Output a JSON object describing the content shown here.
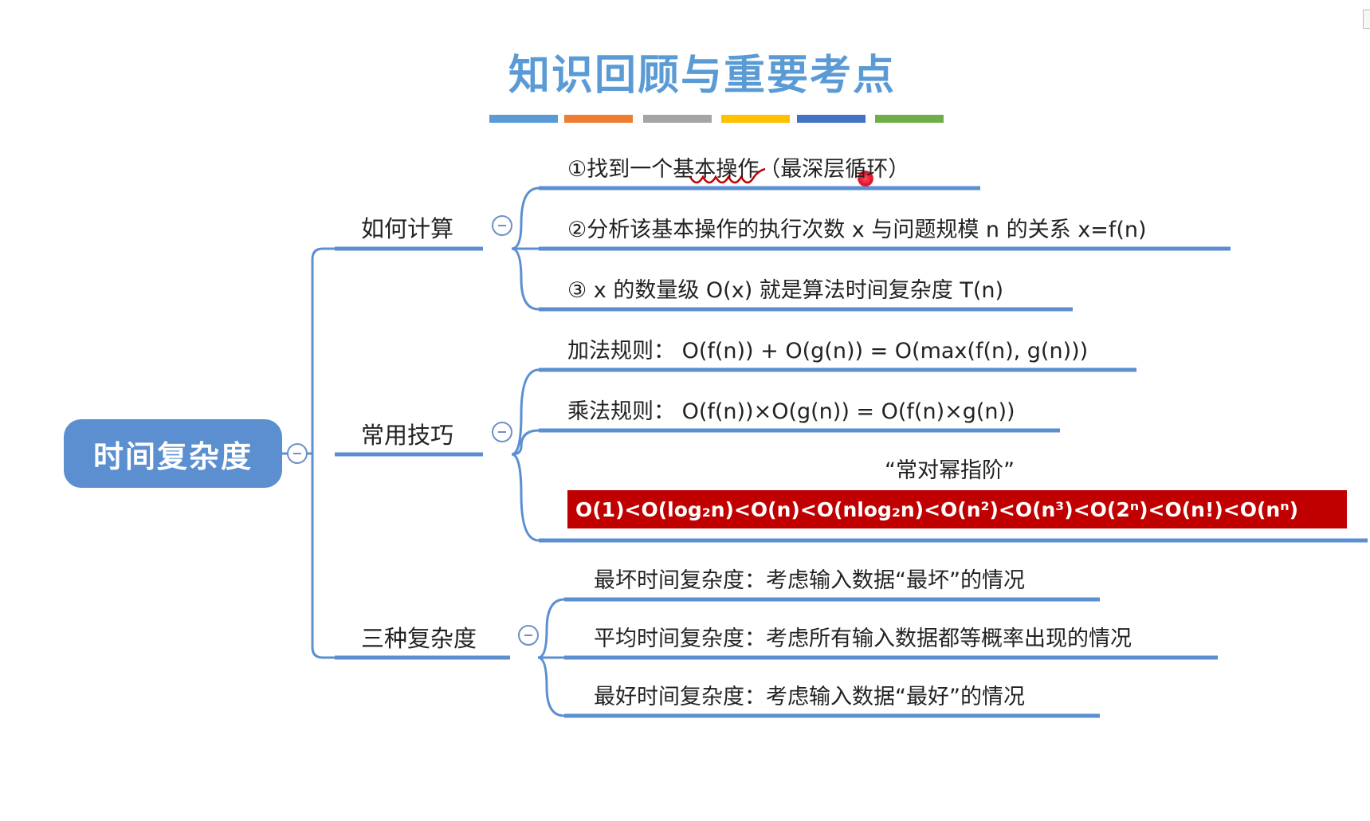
{
  "title": "知识回顾与重要考点",
  "title_stripe_colors": [
    "#5b9bd5",
    "#ed7d31",
    "#a5a5a5",
    "#ffc000",
    "#4472c4",
    "#70ad47"
  ],
  "root": {
    "label": "时间复杂度",
    "color": "#5b8fd0"
  },
  "branches": [
    {
      "label": "如何计算",
      "leaves": [
        "①找到一个基本操作（最深层循环）",
        "②分析该基本操作的执行次数 x 与问题规模 n 的关系 x=f(n)",
        "③ x 的数量级 O(x) 就是算法时间复杂度 T(n)"
      ]
    },
    {
      "label": "常用技巧",
      "leaves": [
        "加法规则： O(f(n)) + O(g(n)) = O(max(f(n), g(n)))",
        "乘法规则： O(f(n))×O(g(n)) = O(f(n)×g(n))",
        "“常对幂指阶”"
      ],
      "order": {
        "items": [
          "O(1)",
          "O(log₂n)",
          "O(n)",
          "O(nlog₂n)",
          "O(n²)",
          "O(n³)",
          "O(2ⁿ)",
          "O(n!)",
          "O(nⁿ)"
        ],
        "separator": " < ",
        "color": "#c00000"
      }
    },
    {
      "label": "三种复杂度",
      "leaves": [
        "最坏时间复杂度：考虑输入数据“最坏”的情况",
        "平均时间复杂度：考虑所有输入数据都等概率出现的情况",
        "最好时间复杂度：考虑输入数据“最好”的情况"
      ]
    }
  ],
  "connector_color": "#5b8fd0",
  "annotation_color": "#c00000"
}
